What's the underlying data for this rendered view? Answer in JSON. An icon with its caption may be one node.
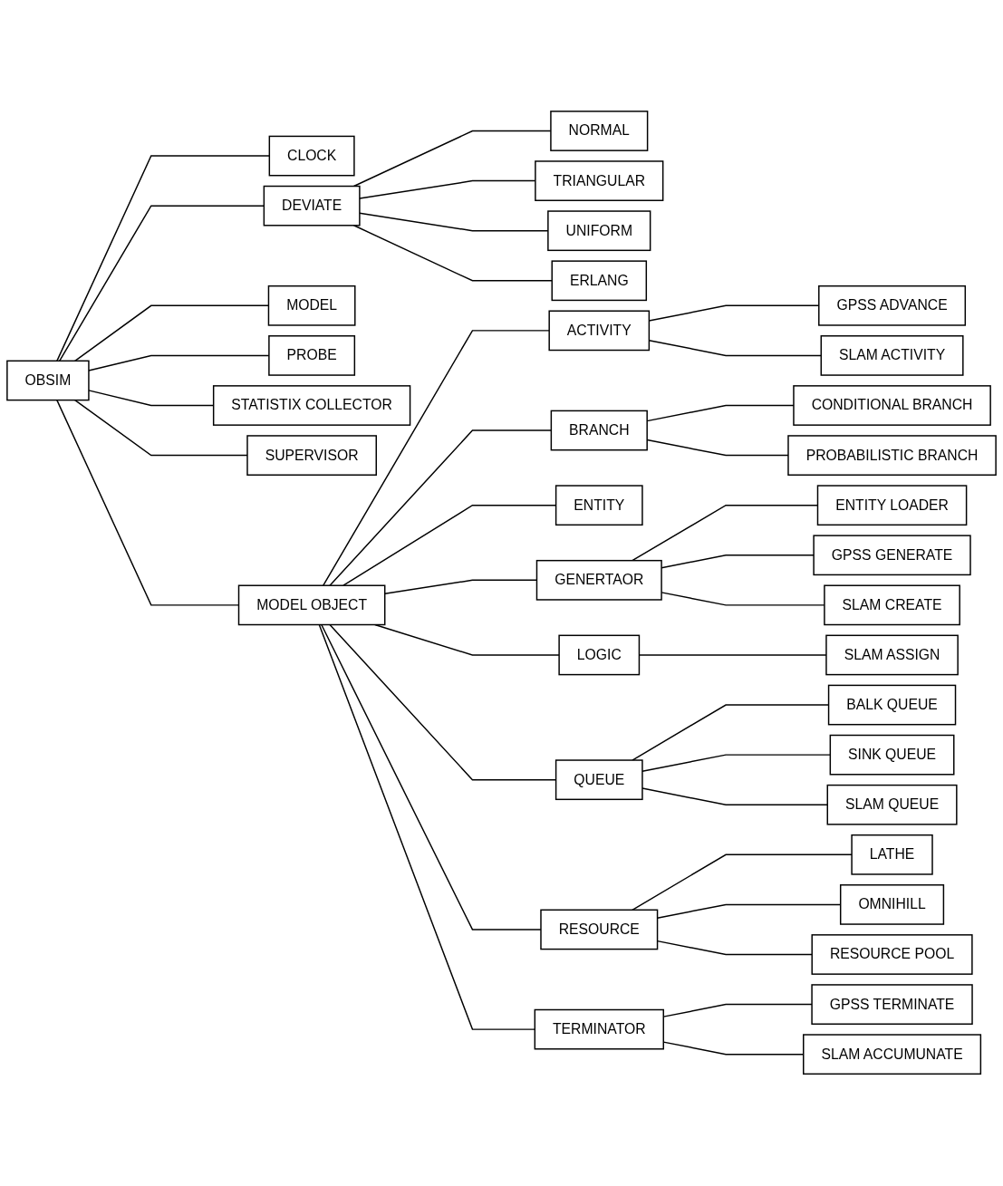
{
  "diagram": {
    "nodes": [
      {
        "text": [
          "OBSIM"
        ]
      },
      {
        "text": [
          "CLOCK"
        ]
      },
      {
        "text": [
          "DEVIATE"
        ]
      },
      {
        "text": [
          "NORMAL"
        ]
      },
      {
        "text": [
          "TRIANGULAR"
        ]
      },
      {
        "text": [
          "UNIFORM"
        ]
      },
      {
        "text": [
          "ERLANG"
        ]
      },
      {
        "text": [
          "MODEL"
        ]
      },
      {
        "text": [
          "MODEL OBJECT"
        ]
      },
      {
        "text": [
          "ACTIVITY"
        ]
      },
      {
        "text": [
          "BRANCH"
        ]
      },
      {
        "text": [
          "ENTITY"
        ]
      },
      {
        "text": [
          "GENERTAOR"
        ]
      },
      {
        "text": [
          "LOGIC"
        ]
      },
      {
        "text": [
          "QUEUE"
        ]
      },
      {
        "text": [
          "RESOURCE"
        ]
      },
      {
        "text": [
          "TERMINATOR"
        ]
      },
      {
        "text": [
          "GPSS ADVANCE"
        ]
      },
      {
        "text": [
          "SLAM ACTIVITY"
        ]
      },
      {
        "text": [
          "CONDITIONAL BRANCH"
        ]
      },
      {
        "text": [
          "PROBABILISTIC BRANCH"
        ]
      },
      {
        "text": [
          "ENTITY LOADER"
        ]
      },
      {
        "text": [
          "GPSS GENERATE"
        ]
      },
      {
        "text": [
          "SLAM CREATE"
        ]
      },
      {
        "text": [
          "SLAM ASSIGN"
        ]
      },
      {
        "text": [
          "BALK QUEUE"
        ]
      },
      {
        "text": [
          "SINK QUEUE"
        ]
      },
      {
        "text": [
          "SLAM QUEUE"
        ]
      },
      {
        "text": [
          "LATHE"
        ]
      },
      {
        "text": [
          "OMNIHILL"
        ]
      },
      {
        "text": [
          "RESOURCE POOL"
        ]
      },
      {
        "text": [
          "PROBE"
        ]
      },
      {
        "text": [
          "STATISTIX COLLECTOR"
        ]
      },
      {
        "text": [
          "SUPERVISOR"
        ]
      },
      {
        "text": [
          "GPSS TERMINATE"
        ]
      },
      {
        "text": [
          "SLAM ACCUMUNATE"
        ]
      }
    ],
    "edges": [
      {
        "from": 0,
        "to": 1,
        "arrow": "none"
      },
      {
        "from": 0,
        "to": 2,
        "arrow": "none"
      },
      {
        "from": 2,
        "to": 3,
        "arrow": "none"
      },
      {
        "from": 2,
        "to": 4,
        "arrow": "none"
      },
      {
        "from": 2,
        "to": 5,
        "arrow": "none"
      },
      {
        "from": 2,
        "to": 6,
        "arrow": "none"
      },
      {
        "from": 0,
        "to": 7,
        "arrow": "none"
      },
      {
        "from": 0,
        "to": 8,
        "arrow": "none"
      },
      {
        "from": 8,
        "to": 9,
        "arrow": "none"
      },
      {
        "from": 8,
        "to": 10,
        "arrow": "none"
      },
      {
        "from": 8,
        "to": 11,
        "arrow": "none"
      },
      {
        "from": 8,
        "to": 12,
        "arrow": "none"
      },
      {
        "from": 8,
        "to": 13,
        "arrow": "none"
      },
      {
        "from": 8,
        "to": 14,
        "arrow": "none"
      },
      {
        "from": 8,
        "to": 15,
        "arrow": "none"
      },
      {
        "from": 8,
        "to": 16,
        "arrow": "none"
      },
      {
        "from": 9,
        "to": 17,
        "arrow": "none"
      },
      {
        "from": 9,
        "to": 18,
        "arrow": "none"
      },
      {
        "from": 10,
        "to": 19,
        "arrow": "none"
      },
      {
        "from": 10,
        "to": 20,
        "arrow": "none"
      },
      {
        "from": 12,
        "to": 21,
        "arrow": "none"
      },
      {
        "from": 12,
        "to": 22,
        "arrow": "none"
      },
      {
        "from": 12,
        "to": 23,
        "arrow": "none"
      },
      {
        "from": 13,
        "to": 24,
        "arrow": "none"
      },
      {
        "from": 14,
        "to": 25,
        "arrow": "none"
      },
      {
        "from": 14,
        "to": 26,
        "arrow": "none"
      },
      {
        "from": 14,
        "to": 27,
        "arrow": "none"
      },
      {
        "from": 15,
        "to": 28,
        "arrow": "none"
      },
      {
        "from": 15,
        "to": 29,
        "arrow": "none"
      },
      {
        "from": 15,
        "to": 30,
        "arrow": "none"
      },
      {
        "from": 0,
        "to": 31,
        "arrow": "none"
      },
      {
        "from": 0,
        "to": 32,
        "arrow": "none"
      },
      {
        "from": 0,
        "to": 33,
        "arrow": "none"
      },
      {
        "from": 16,
        "to": 34,
        "arrow": "none"
      },
      {
        "from": 16,
        "to": 35,
        "arrow": "none"
      }
    ]
  }
}
